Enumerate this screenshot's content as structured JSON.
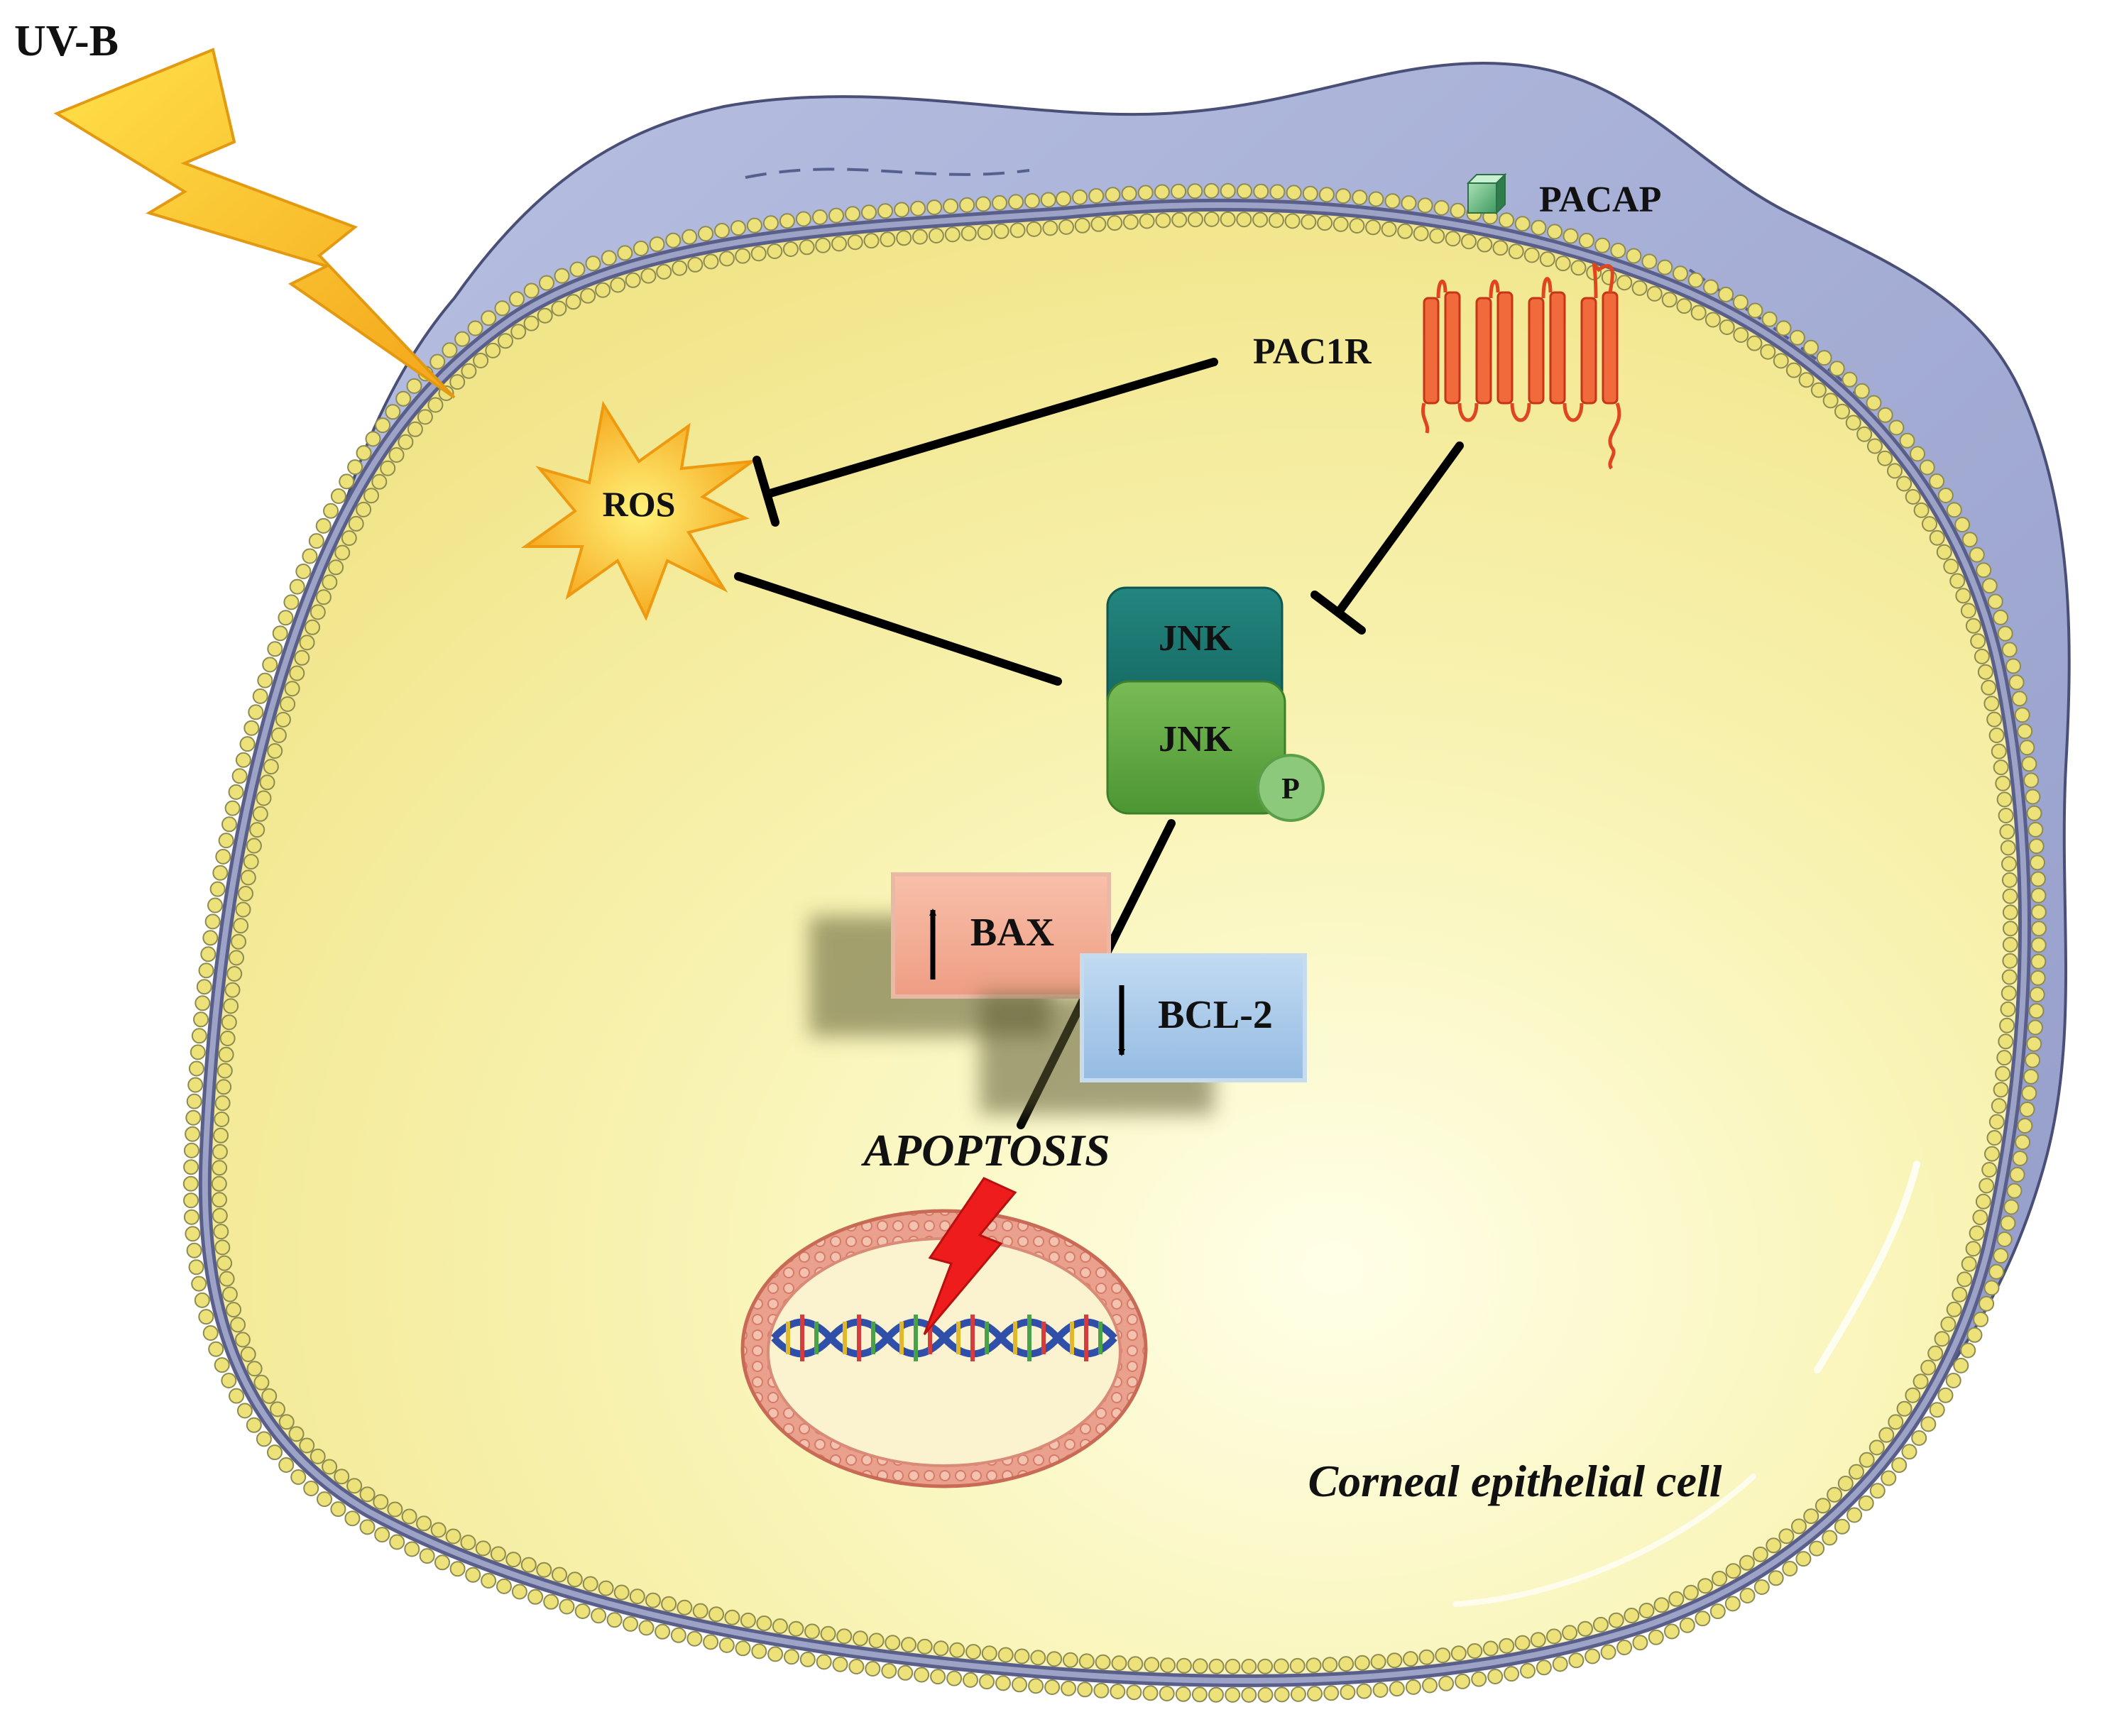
{
  "labels": {
    "uvb": "UV-B",
    "pacap": "PACAP",
    "pac1r": "PAC1R",
    "ros": "ROS",
    "jnk_top": "JNK",
    "jnk_phospho": "JNK",
    "phospho": "P",
    "bax": "BAX",
    "bcl2": "BCL-2",
    "apoptosis": "APOPTOSIS",
    "cell": "Corneal epithelial cell"
  },
  "colors": {
    "cytoplasm": "#f8f3a6",
    "outer_cell": "#a9b2d6",
    "membrane_bead": "#ede27a",
    "bolt": "#f7c21a",
    "jnk_dark": "#1c7a73",
    "jnk_light": "#5fa83f",
    "phospho": "#8cc97a",
    "bax": "#f2a98f",
    "bcl2": "#a9c9ea",
    "receptor": "#e8502c",
    "nucleus_ring": "#e88a7a",
    "dna_break": "#ee1c1c"
  },
  "regulation": {
    "bax": "up",
    "bcl2": "down"
  }
}
